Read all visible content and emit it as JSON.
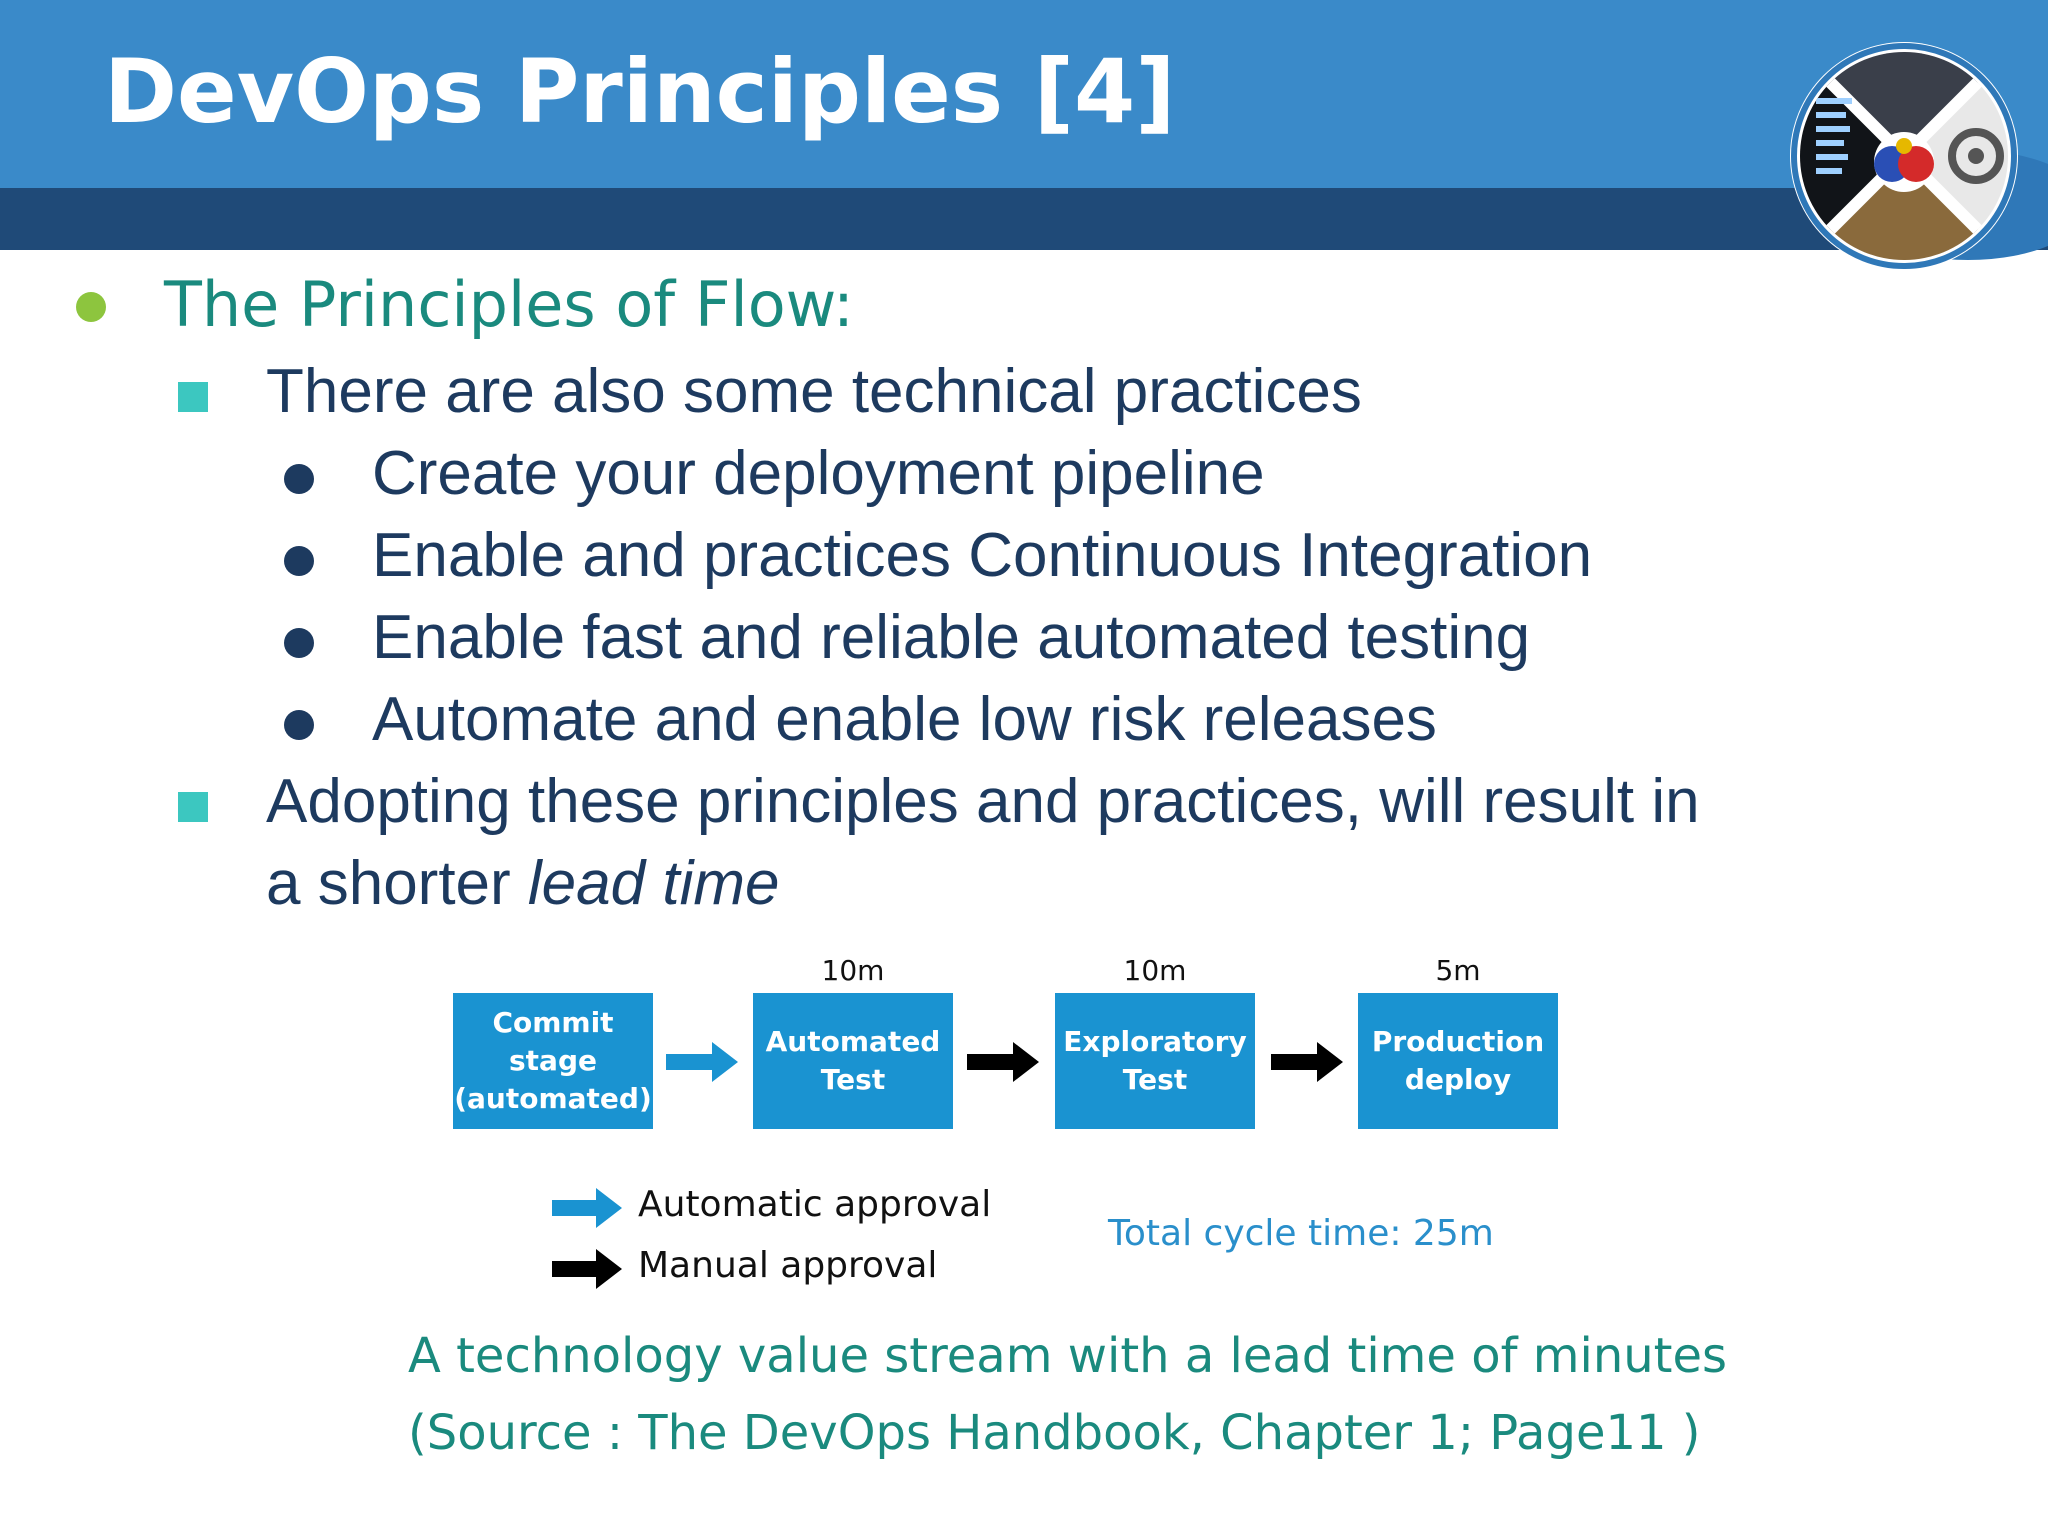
{
  "slide": {
    "title": "DevOps Principles [4]"
  },
  "content": {
    "heading": "The Principles of Flow:",
    "point1": "There are also some technical practices",
    "practices": [
      "Create your deployment pipeline",
      "Enable and practices Continuous Integration",
      "Enable fast and reliable automated testing",
      "Automate and enable low risk releases"
    ],
    "point2_line1": "Adopting these principles and practices, will result in",
    "point2_line2_prefix": "a shorter ",
    "point2_line2_italic": "lead time"
  },
  "diagram": {
    "stages": [
      {
        "line1": "Commit stage",
        "line2": "(automated)",
        "time": ""
      },
      {
        "line1": "Automated",
        "line2": "Test",
        "time": "10m"
      },
      {
        "line1": "Exploratory",
        "line2": "Test",
        "time": "10m"
      },
      {
        "line1": "Production",
        "line2": "deploy",
        "time": "5m"
      }
    ],
    "legend": {
      "automatic": "Automatic approval",
      "manual": "Manual approval"
    },
    "total": "Total cycle time: 25m",
    "colors": {
      "box": "#1a93d1",
      "automatic_arrow": "#1a93d1",
      "manual_arrow": "#000000"
    }
  },
  "caption": {
    "line1": "A technology value stream with a lead time of minutes",
    "line2": "(Source : The DevOps Handbook, Chapter 1; Page11 )"
  }
}
